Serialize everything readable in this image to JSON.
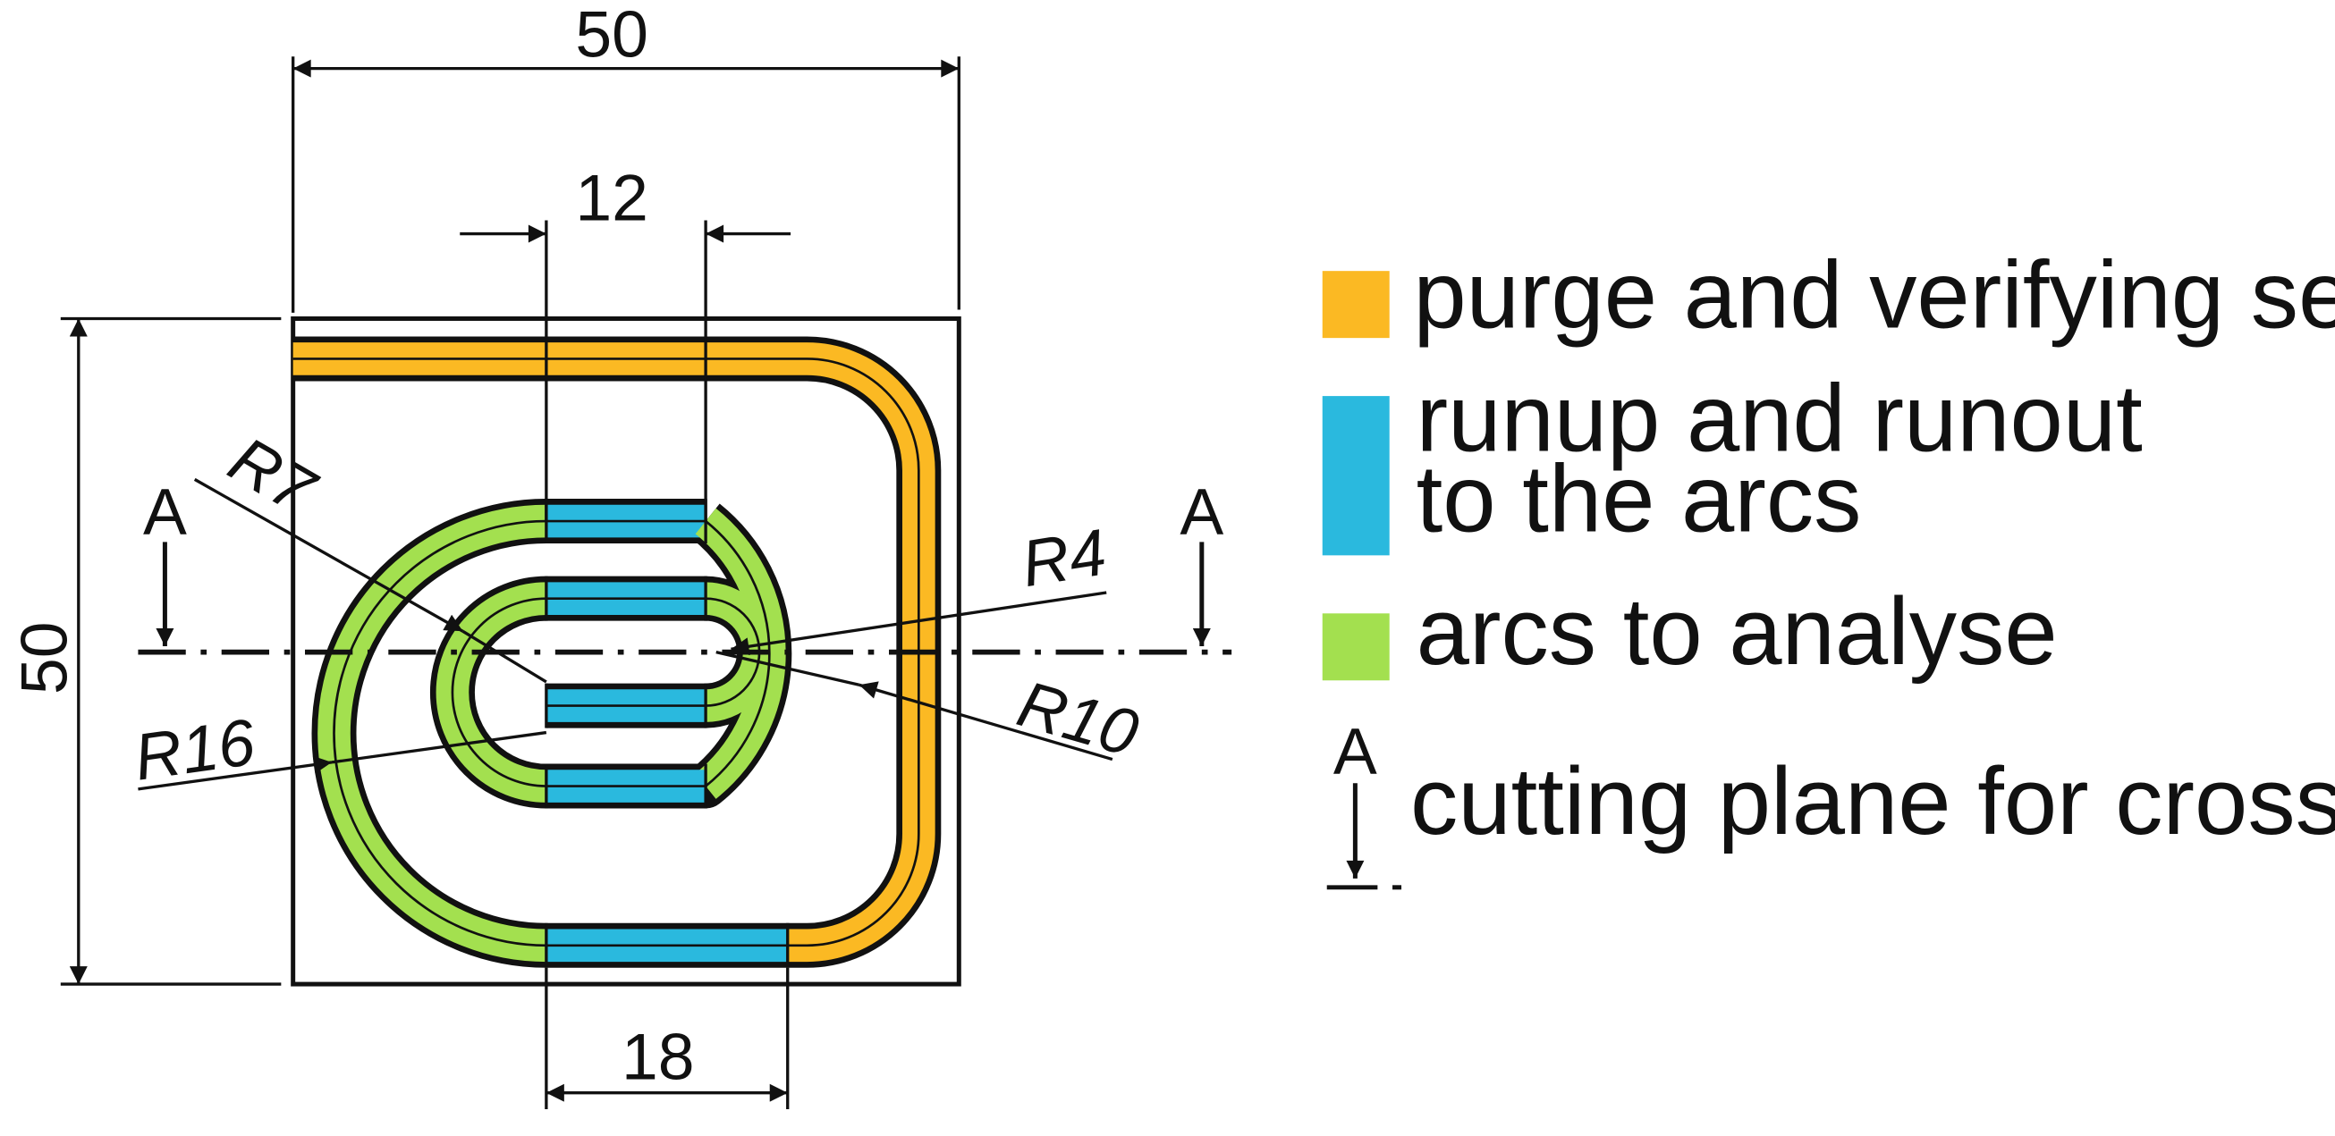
{
  "colors": {
    "purge": "#fbb923",
    "runup": "#2ab9de",
    "arcs": "#a3e04f",
    "line": "#111111",
    "background": "#ffffff"
  },
  "dimensions": {
    "width_top": "50",
    "height_left": "50",
    "inner_gap_top": "12",
    "bottom_straight": "18"
  },
  "radii": {
    "r7": "R7",
    "r4": "R4",
    "r10": "R10",
    "r16": "R16"
  },
  "section": {
    "left_label": "A",
    "right_label": "A"
  },
  "legend": {
    "items": [
      {
        "color_key": "purge",
        "lines": [
          "purge and verifying section"
        ]
      },
      {
        "color_key": "runup",
        "lines": [
          "runup and runout",
          "to the arcs"
        ]
      },
      {
        "color_key": "arcs",
        "lines": [
          "arcs to analyse"
        ]
      }
    ],
    "cutting_plane": {
      "letter": "A",
      "text": "cutting plane for cross sections"
    }
  }
}
